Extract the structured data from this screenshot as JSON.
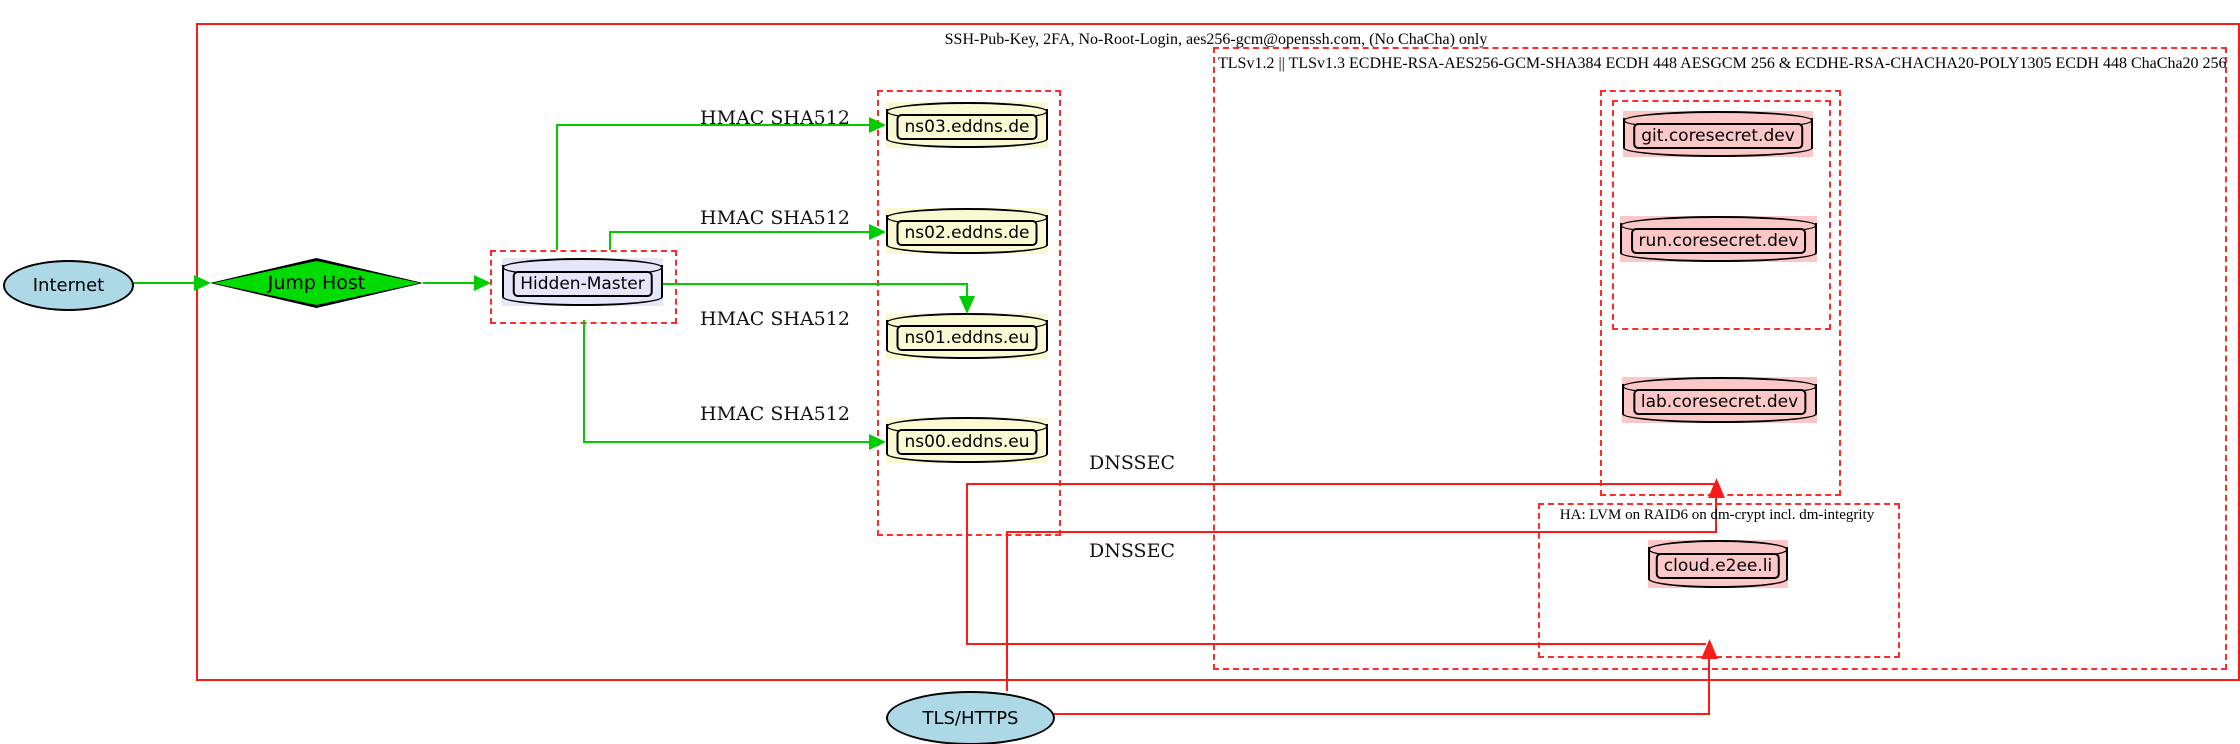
{
  "clusters": {
    "ssh": {
      "label": "SSH-Pub-Key, 2FA, No-Root-Login, aes256-gcm@openssh.com, (No ChaCha) only"
    },
    "tls": {
      "label": "TLSv1.2 || TLSv1.3 ECDHE-RSA-AES256-GCM-SHA384 ECDH 448 AESGCM 256 & ECDHE-RSA-CHACHA20-POLY1305 ECDH 448 ChaCha20 256"
    },
    "ha": {
      "label": "HA: LVM on RAID6 on dm-crypt incl. dm-integrity"
    }
  },
  "nodes": {
    "internet": {
      "label": "Internet"
    },
    "jump_host": {
      "label": "Jump Host"
    },
    "hidden_master": {
      "label": "Hidden-Master"
    },
    "ns03": {
      "label": "ns03.eddns.de"
    },
    "ns02": {
      "label": "ns02.eddns.de"
    },
    "ns01": {
      "label": "ns01.eddns.eu"
    },
    "ns00": {
      "label": "ns00.eddns.eu"
    },
    "git": {
      "label": "git.coresecret.dev"
    },
    "run": {
      "label": "run.coresecret.dev"
    },
    "lab": {
      "label": "lab.coresecret.dev"
    },
    "cloud": {
      "label": "cloud.e2ee.li"
    },
    "tls_https": {
      "label": "TLS/HTTPS"
    }
  },
  "edge_labels": {
    "hmac_ns03": "HMAC SHA512",
    "hmac_ns02": "HMAC SHA512",
    "hmac_ns01": "HMAC SHA512",
    "hmac_ns00": "HMAC SHA512",
    "dnssec_1": "DNSSEC",
    "dnssec_2": "DNSSEC"
  },
  "colors": {
    "node_lightblue": "#add8e6",
    "node_green": "#00db00",
    "node_lavender": "#e6e6fa",
    "node_lightyellow": "#fafad2",
    "node_pink": "#fbc7c7",
    "edge_green": "#00cc00",
    "edge_red": "#ff1a1a",
    "cluster_border_red": "#ff2a2a",
    "text": "#000000"
  }
}
